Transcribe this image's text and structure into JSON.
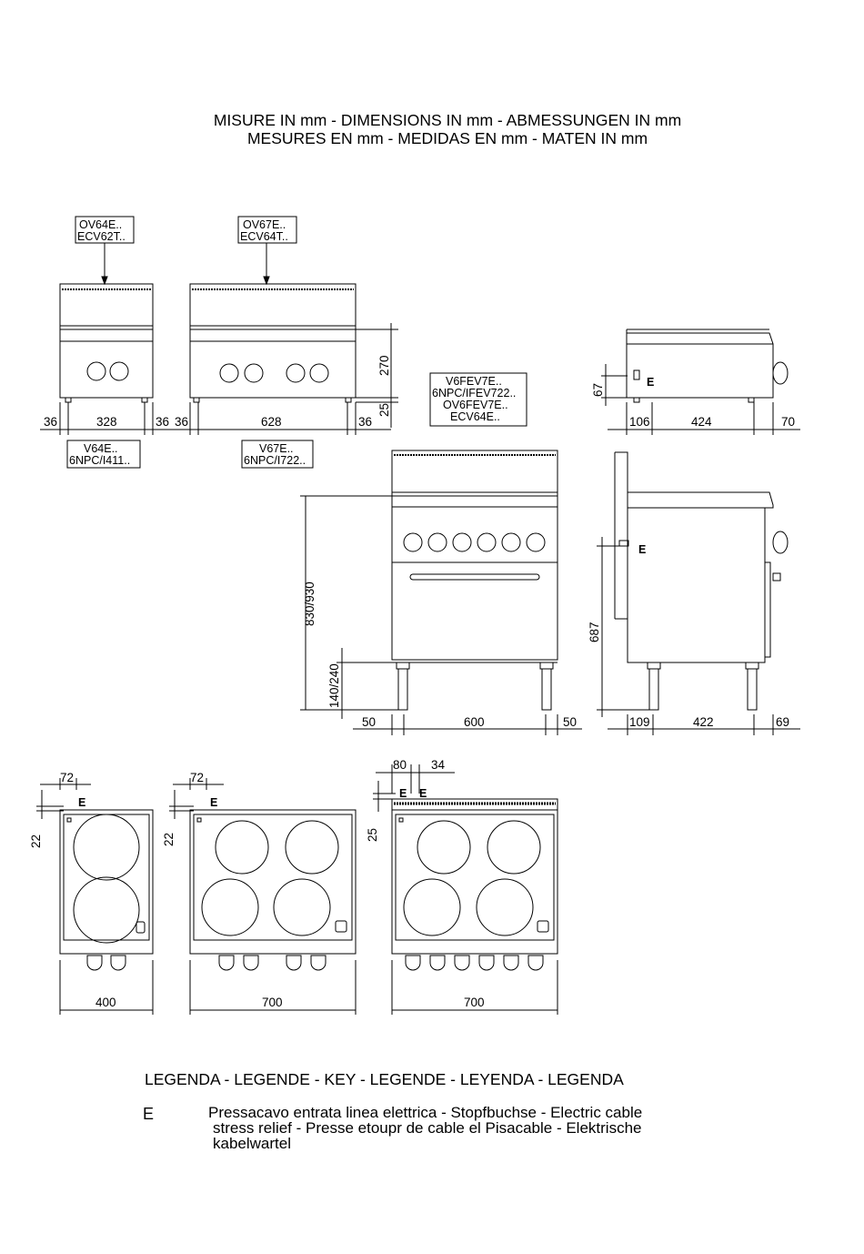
{
  "header": {
    "line1": "MISURE IN mm - DIMENSIONS IN mm - ABMESSUNGEN IN mm",
    "line2": "MESURES EN mm - MEDIDAS EN mm - MATEN IN mm"
  },
  "models": {
    "ov64_line1": "OV64E..",
    "ov64_line2": "ECV62T..",
    "ov67_line1": "OV67E..",
    "ov67_line2": "ECV64T..",
    "v64_line1": "V64E..",
    "v64_line2": "6NPC/I411..",
    "v67_line1": "V67E..",
    "v67_line2": "6NPC/I722..",
    "v6f_line1": "V6FEV7E..",
    "v6f_line2": "6NPC/IFEV722..",
    "v6f_line3": "OV6FEV7E..",
    "v6f_line4": "ECV64E.."
  },
  "dimensions": {
    "top_left_36a": "36",
    "top_left_328": "328",
    "top_left_36b": "36",
    "top_mid_36a": "36",
    "top_mid_628": "628",
    "top_mid_36b": "36",
    "top_height_270": "270",
    "top_foot_25": "25",
    "side_top_67": "67",
    "side_top_106": "106",
    "side_top_424": "424",
    "side_top_70": "70",
    "oven_height": "830/930",
    "oven_leg": "140/240",
    "oven_50a": "50",
    "oven_600": "600",
    "oven_50b": "50",
    "oven_side_687": "687",
    "oven_side_109": "109",
    "oven_side_422": "422",
    "oven_side_69": "69",
    "plan1_72": "72",
    "plan1_22": "22",
    "plan1_400": "400",
    "plan2_72": "72",
    "plan2_22": "22",
    "plan2_700": "700",
    "plan3_80": "80",
    "plan3_34": "34",
    "plan3_25": "25",
    "plan3_700": "700"
  },
  "markers": {
    "e": "E"
  },
  "legend": {
    "title": "LEGENDA - LEGENDE - KEY - LEGENDE - LEYENDA - LEGENDA",
    "symbol": "E",
    "line1": "Pressacavo entrata linea elettrica - Stopfbuchse - Electric cable",
    "line2": "stress relief - Presse etoupr de cable el Pisacable - Elektrische",
    "line3": "kabelwartel"
  }
}
